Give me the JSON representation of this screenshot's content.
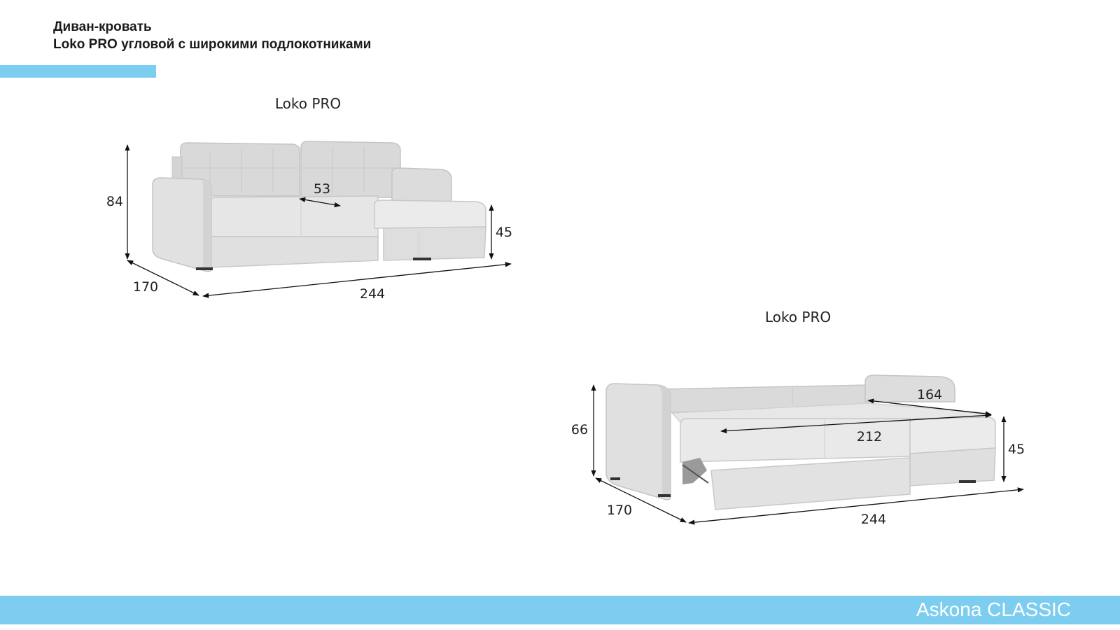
{
  "header": {
    "line1": "Диван-кровать",
    "line2": "Loko PRO угловой с широкими подлокотниками"
  },
  "accent_color": "#7ccdf0",
  "footer": {
    "brand": "Askona CLASSIC"
  },
  "sofa_assembled": {
    "model": "Loko PRO",
    "dims": {
      "height": "84",
      "depth": "170",
      "width": "244",
      "seat_depth": "53",
      "seat_height": "45"
    }
  },
  "sofa_bed": {
    "model": "Loko PRO",
    "dims": {
      "height": "66",
      "depth": "170",
      "width": "244",
      "sleep_length": "212",
      "sleep_width": "164",
      "seat_height": "45"
    }
  }
}
